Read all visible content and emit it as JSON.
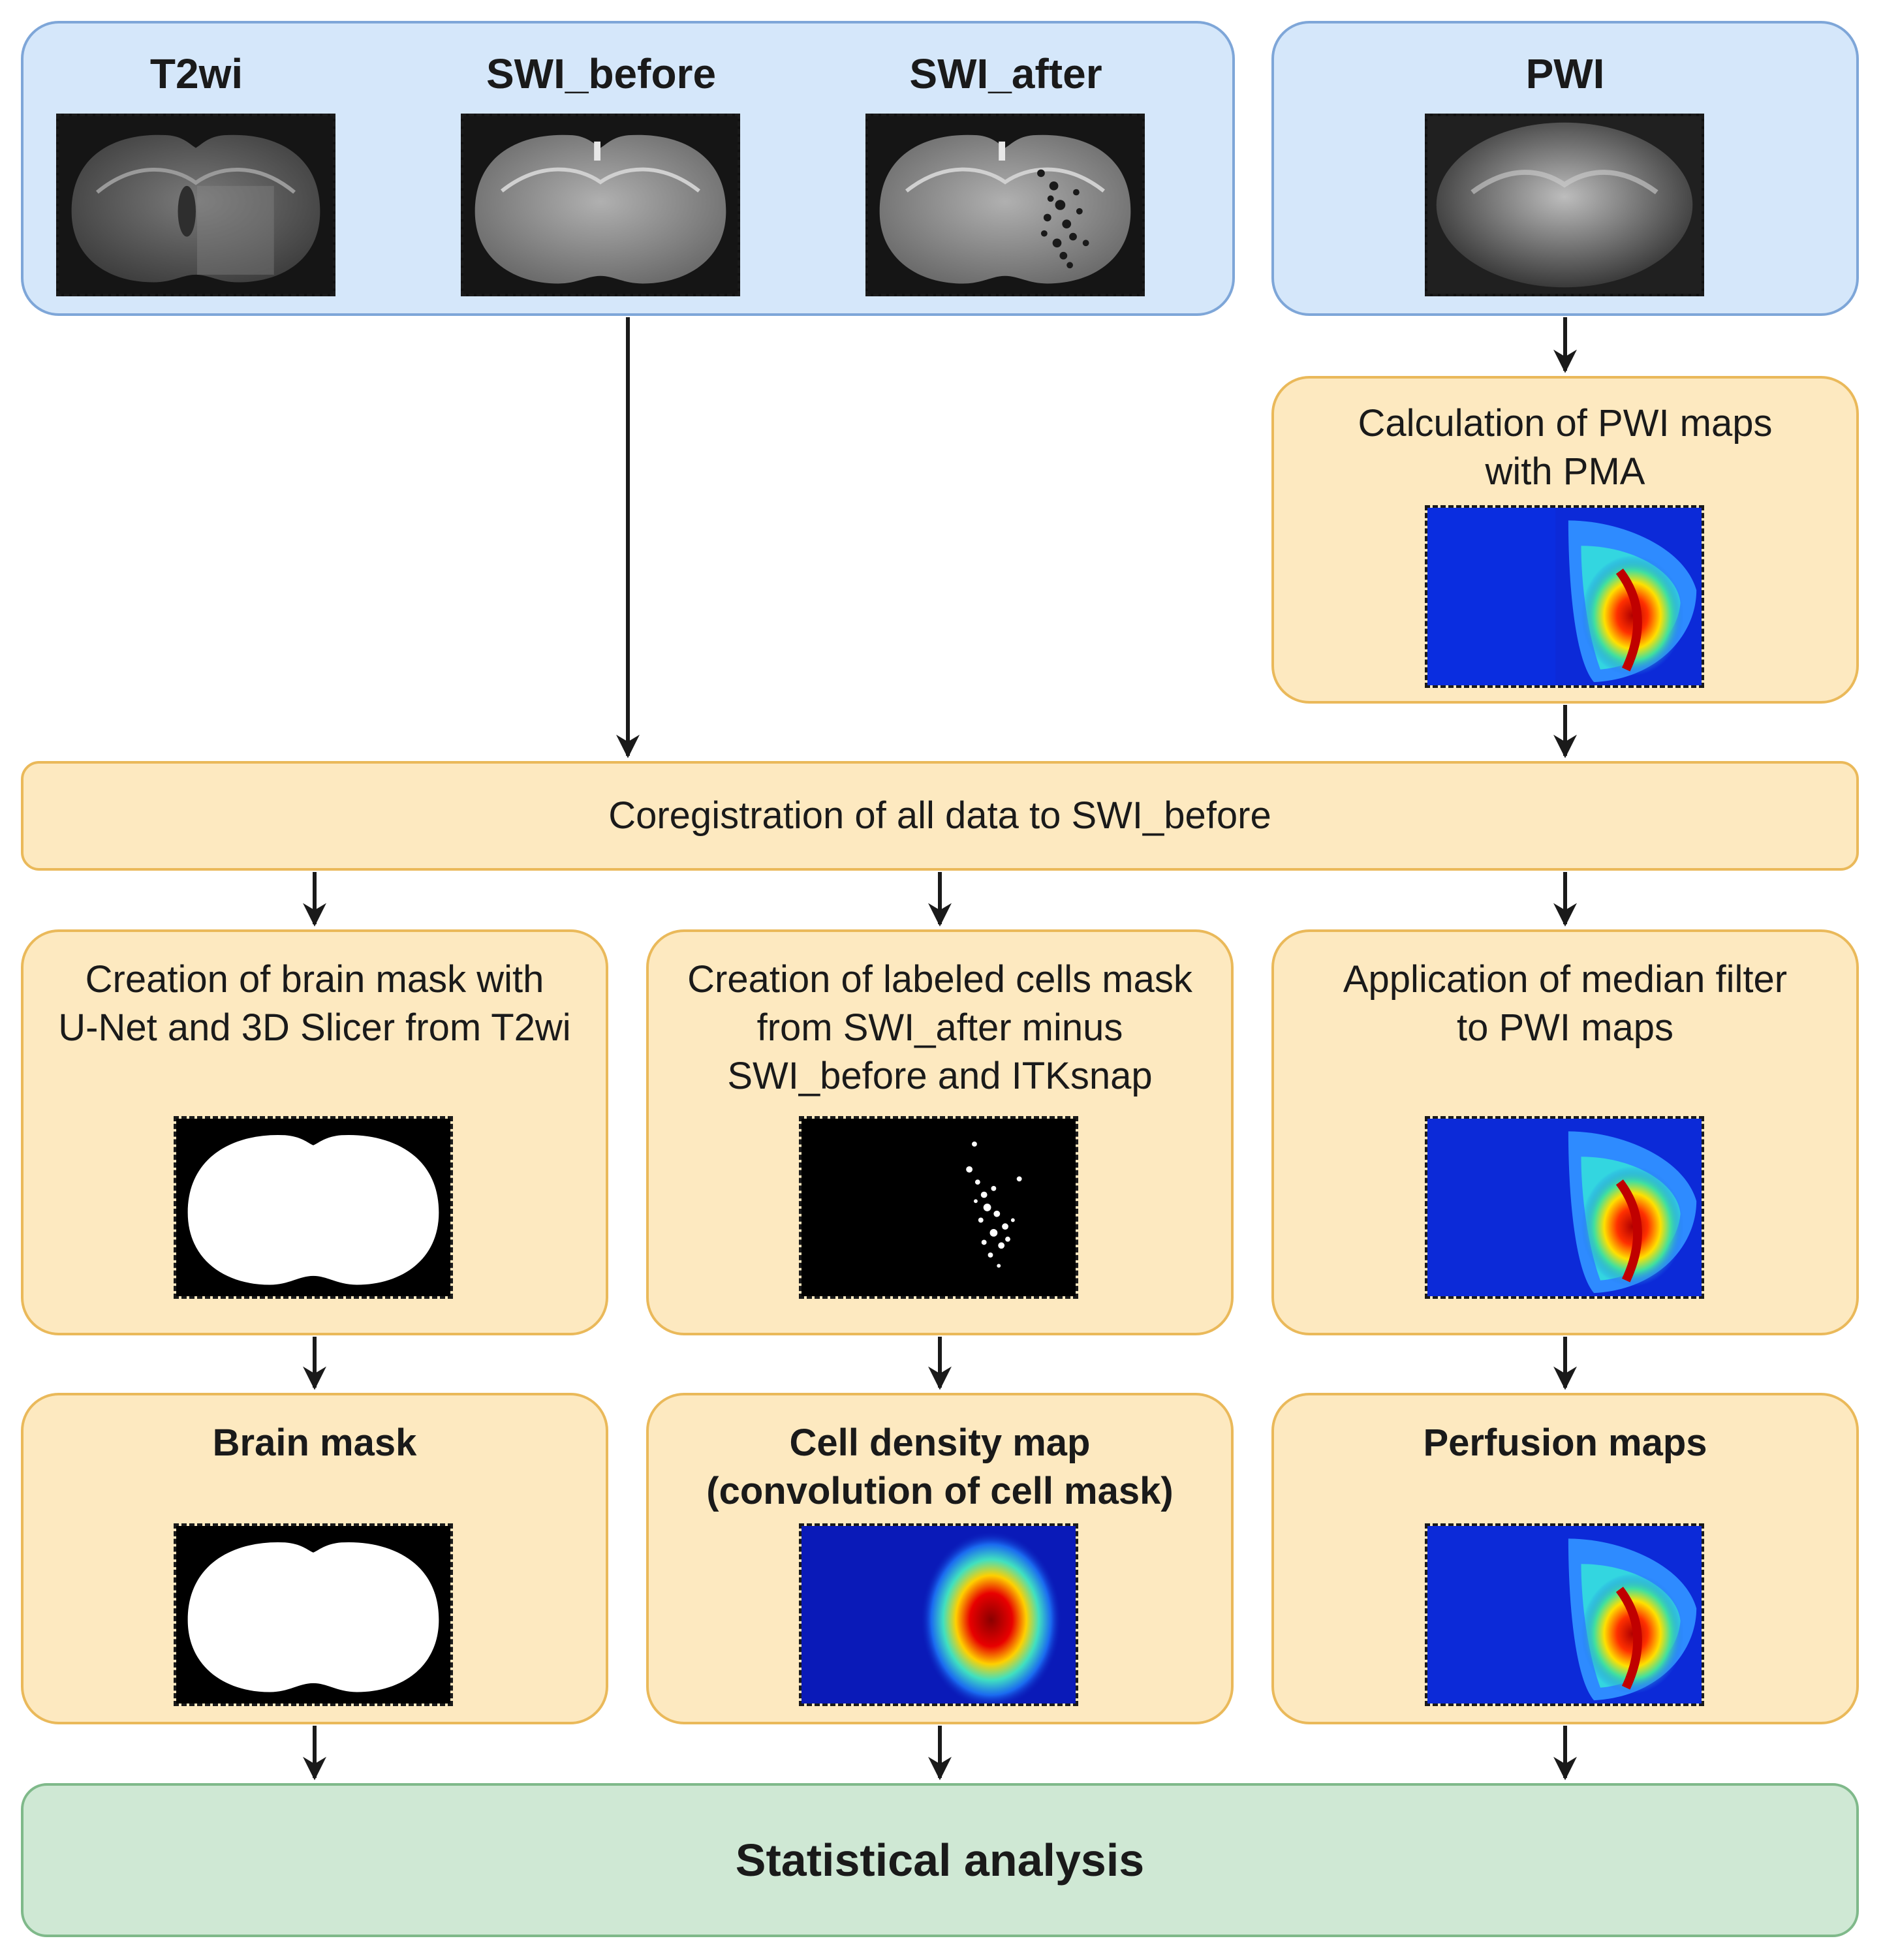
{
  "diagram": {
    "inputs": {
      "t2wi_label": "T2wi",
      "swi_before_label": "SWI_before",
      "swi_after_label": "SWI_after",
      "pwi_label": "PWI"
    },
    "pwi_calc": {
      "line1": "Calculation of PWI maps",
      "line2": "with PMA"
    },
    "coreg": {
      "label": "Coregistration of all data to SWI_before"
    },
    "processing": {
      "brain_mask_creation": {
        "line1": "Creation of brain mask with",
        "line2": "U-Net and 3D Slicer from T2wi"
      },
      "cells_mask_creation": {
        "line1": "Creation of labeled cells mask",
        "line2": "from SWI_after minus",
        "line3": "SWI_before and ITKsnap"
      },
      "median_filter": {
        "line1": "Application of median filter",
        "line2": "to PWI maps"
      }
    },
    "outputs": {
      "brain_mask": "Brain mask",
      "cell_density_line1": "Cell density map",
      "cell_density_line2": "(convolution of cell mask)",
      "perfusion_maps": "Perfusion maps"
    },
    "final": {
      "label": "Statistical analysis"
    },
    "colors": {
      "input_fill": "#d5e7fa",
      "input_border": "#7ea6d8",
      "process_fill": "#fde9c0",
      "process_border": "#eab95a",
      "final_fill": "#cfe8d4",
      "final_border": "#7fb98a"
    }
  }
}
